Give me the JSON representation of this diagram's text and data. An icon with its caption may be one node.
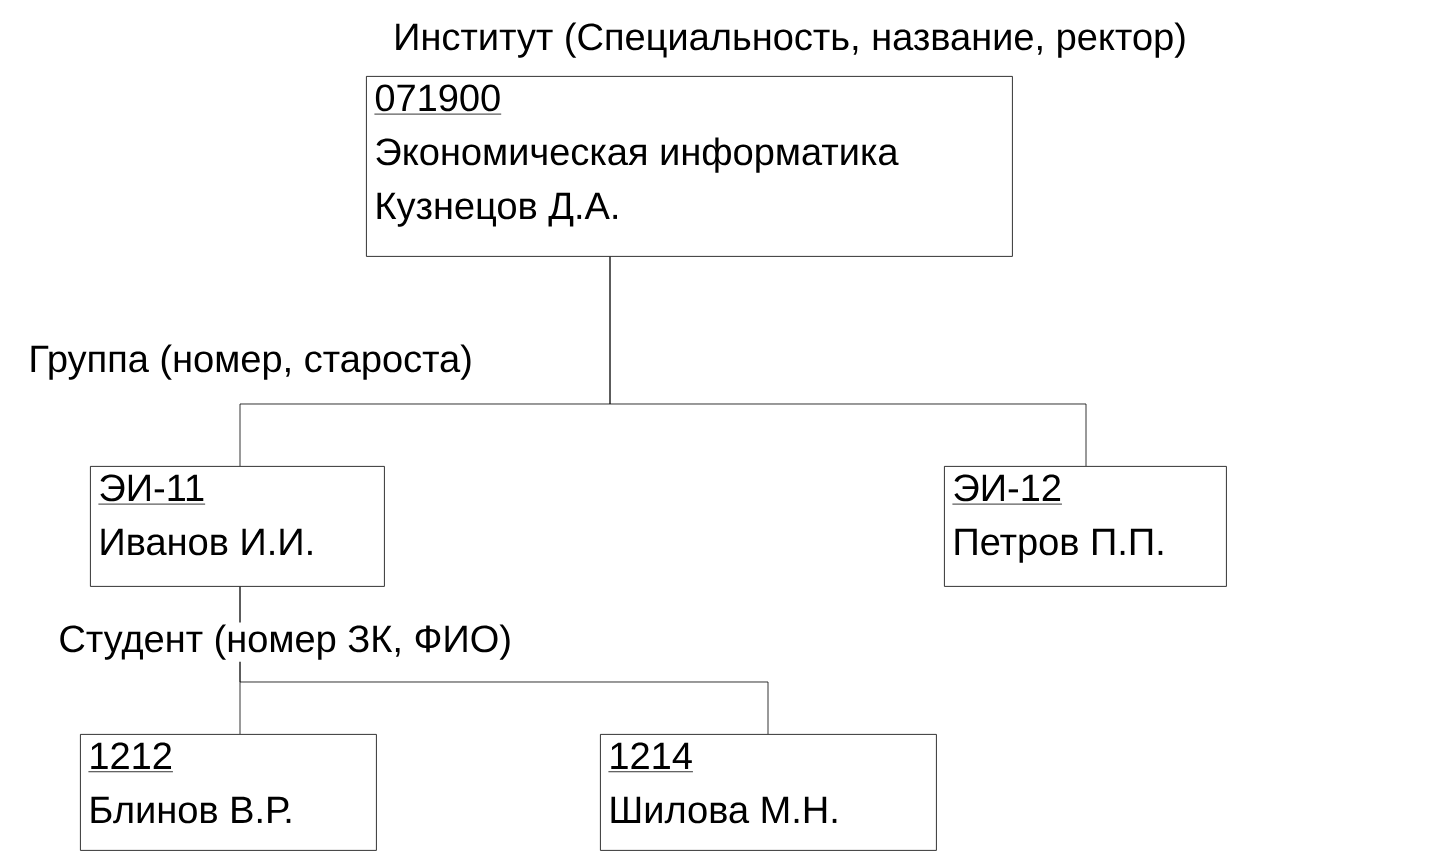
{
  "diagram": {
    "nodes": [
      {
        "text": [
          "071900",
          "Экономическая информатика",
          "Кузнецов Д.А."
        ]
      },
      {
        "text": [
          "ЭИ-11",
          "Иванов И.И."
        ]
      },
      {
        "text": [
          "ЭИ-12",
          "Петров П.П."
        ]
      },
      {
        "text": [
          "1212",
          "Блинов В.Р."
        ]
      },
      {
        "text": [
          "1214",
          "Шилова М.Н."
        ]
      }
    ],
    "edges": [
      {
        "from": 0,
        "to": 1,
        "arrow": "none"
      },
      {
        "from": 0,
        "to": 2,
        "arrow": "none"
      },
      {
        "from": 1,
        "to": 3,
        "arrow": "none"
      },
      {
        "from": 1,
        "to": 4,
        "arrow": "none"
      }
    ],
    "labels": [
      "Институт (Специальность, название, ректор)",
      "Группа (номер, староста)",
      "Студент (номер ЗК, ФИО)"
    ]
  }
}
